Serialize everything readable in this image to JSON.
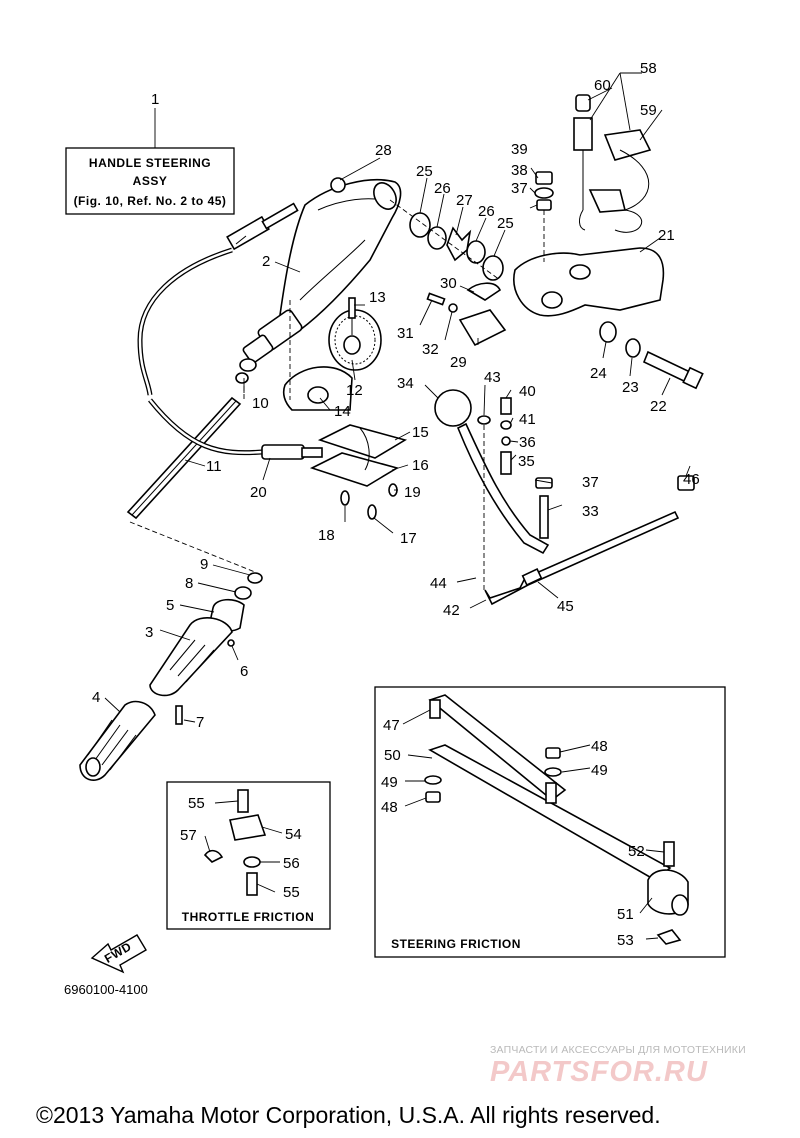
{
  "labels": {
    "handle_assy": [
      "HANDLE STEERING",
      "ASSY",
      "(Fig. 10, Ref. No. 2 to 45)"
    ],
    "throttle_friction": "THROTTLE FRICTION",
    "steering_friction": "STEERING FRICTION",
    "fwd": "FWD"
  },
  "callouts": {
    "c1": "1",
    "c2": "2",
    "c3": "3",
    "c4": "4",
    "c5": "5",
    "c6": "6",
    "c7": "7",
    "c8": "8",
    "c9": "9",
    "c10": "10",
    "c11": "11",
    "c12": "12",
    "c13": "13",
    "c14": "14",
    "c15": "15",
    "c16": "16",
    "c17": "17",
    "c18": "18",
    "c19": "19",
    "c20": "20",
    "c21": "21",
    "c22": "22",
    "c23": "23",
    "c24": "24",
    "c25a": "25",
    "c25b": "25",
    "c26a": "26",
    "c26b": "26",
    "c27": "27",
    "c28": "28",
    "c29": "29",
    "c30": "30",
    "c31": "31",
    "c32": "32",
    "c33": "33",
    "c34": "34",
    "c35": "35",
    "c36": "36",
    "c37a": "37",
    "c37b": "37",
    "c38": "38",
    "c39": "39",
    "c40": "40",
    "c41": "41",
    "c42": "42",
    "c43": "43",
    "c44": "44",
    "c45": "45",
    "c46": "46",
    "c47": "47",
    "c48a": "48",
    "c48b": "48",
    "c49a": "49",
    "c49b": "49",
    "c50": "50",
    "c51": "51",
    "c52": "52",
    "c53": "53",
    "c54": "54",
    "c55a": "55",
    "c55b": "55",
    "c56": "56",
    "c57": "57",
    "c58": "58",
    "c59": "59",
    "c60": "60"
  },
  "doc_code": "6960100-4100",
  "watermark": {
    "tagline": "ЗАПЧАСТИ И АКСЕССУАРЫ ДЛЯ МОТОТЕХНИКИ",
    "logo": "PARTSFOR.RU"
  },
  "copyright": "©2013 Yamaha Motor Corporation, U.S.A. All rights reserved."
}
